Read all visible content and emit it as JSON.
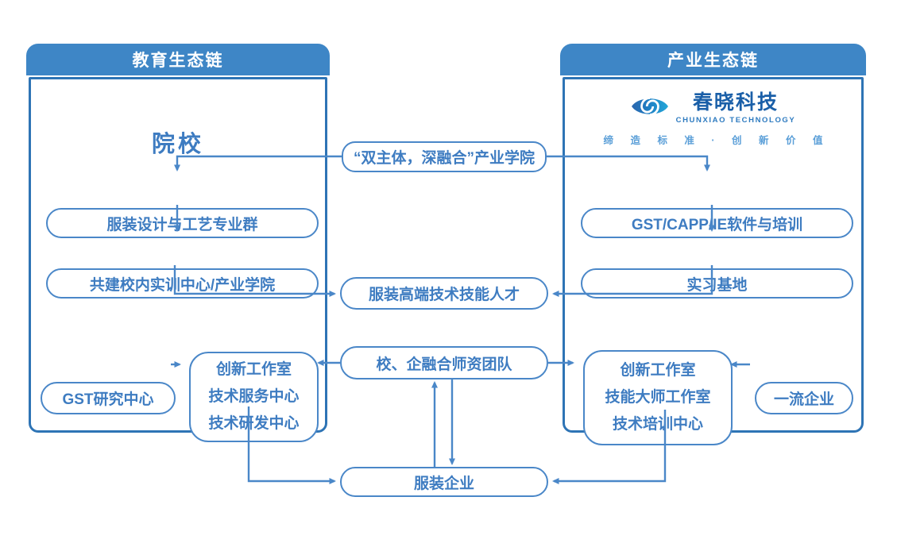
{
  "colors": {
    "header_bg": "#3e86c6",
    "panel_border": "#2e74b5",
    "pill_border": "#4a87c8",
    "pill_text": "#3e7cc1",
    "arrow": "#4a87c8",
    "logo_dark": "#1a5fa8",
    "logo_en": "#2e7bc0",
    "logo_tagline": "#5b9fd8",
    "logo_gradient_start": "#2b66ad",
    "logo_gradient_end": "#23a7d8"
  },
  "left_panel": {
    "header": "教育生态链",
    "title": "院校",
    "pills": [
      "服装设计与工艺专业群",
      "共建校内实训中心/产业学院"
    ],
    "research_pill": "GST研究中心",
    "center_box": [
      "创新工作室",
      "技术服务中心",
      "技术研发中心"
    ]
  },
  "right_panel": {
    "header": "产业生态链",
    "logo": {
      "name": "春晓科技",
      "en": "CHUNXIAO TECHNOLOGY",
      "tagline": "缔 造 标 准 · 创 新 价 值"
    },
    "pills": [
      "GST/CAPP/IE软件与培训",
      "实习基地"
    ],
    "center_box": [
      "创新工作室",
      "技能大师工作室",
      "技术培训中心"
    ],
    "enterprise_pill": "一流企业"
  },
  "middle": {
    "top_pill": "“双主体，深融合”产业学院",
    "talent_pill": "服装高端技术技能人才",
    "teacher_pill": "校、企融合师资团队",
    "bottom_pill": "服装企业"
  }
}
